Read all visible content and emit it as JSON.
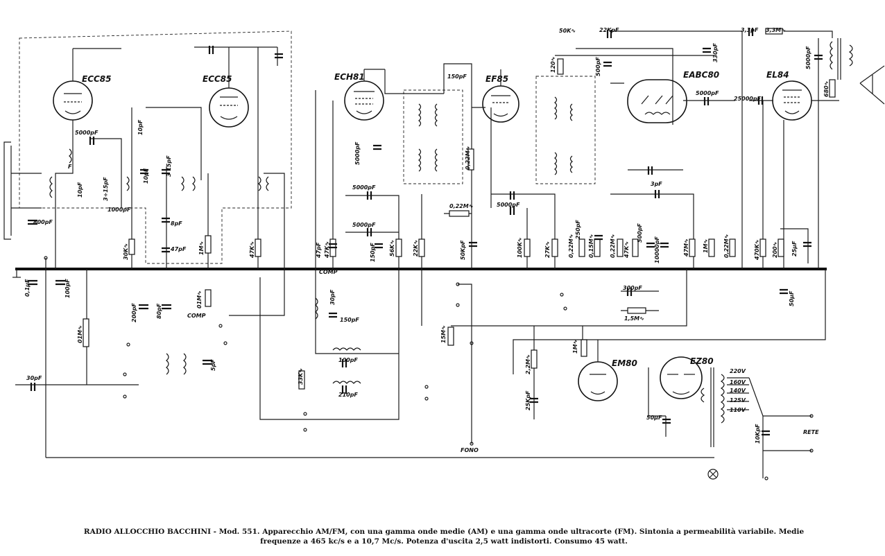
{
  "tubes": {
    "ecc85_a": "ECC85",
    "ecc85_b": "ECC85",
    "ech81": "ECH81",
    "ef85": "EF85",
    "eabc80": "EABC80",
    "el84": "EL84",
    "em80": "EM80",
    "ez80": "EZ80"
  },
  "labels": {
    "c_800pf": "800pF",
    "c_5000pf_a": "5000pF",
    "coil_f": "F",
    "c_10pf_a": "10pF",
    "c_1000pf": "1000pF",
    "c_3_15pf_a": "3÷15pF",
    "c_10pf_b": "10pF",
    "c_10pf_c": "10pF",
    "c_3_15pf_b": "3 15pF",
    "c_8pf": "8pF",
    "c_47pf": "47pF",
    "r_30k": "30K∿",
    "r_1m_a": "1M∿",
    "r_47k_a": "47K∿",
    "c_0_1uf": "0,1µF",
    "c_100pf_a": "100pF",
    "r_01m_a": "01M∿",
    "c_200pf": "200pF",
    "c_80pf": "80pF",
    "comp_a": "COMP",
    "r_01m_b": "01M∿",
    "c_5pf": "5pF",
    "c_30pf": "30pF",
    "c_150pf_top": "150pF",
    "c_5000pf_b": "5000pF",
    "c_5000pf_c": "5000pF",
    "c_5000pf_d": "5000pF",
    "c_47pf_b": "47pF",
    "r_47k_b": "47K∿",
    "c_150pf_b": "150pF",
    "r_56k": "56K∿",
    "r_22k": "22K∿",
    "r_022m_a": "0,22M∿",
    "r_022m_b": "0,22M∿",
    "c_50kpf": "50KpF",
    "comp_b": "COMP",
    "c_30pf_b": "30pF",
    "c_150pf_c": "150pF",
    "c_100pf_b": "100pF",
    "c_210pf": "210pF",
    "r_33k": "33K∿",
    "r_15m": "15M∿",
    "c_5000pf_e": "5000pF",
    "r_100k": "100K∿",
    "r_27k": "27K∿",
    "r_022m_c": "0,22M∿",
    "c_250pf": "250pF",
    "r_015m": "0,15M∿",
    "pot_50k": "50K∿",
    "c_22kpf": "22KpF",
    "r_120k": "120∿",
    "c_500pf_a": "500pF",
    "c_3pf": "3pF",
    "r_022m_d": "0,22M∿",
    "r_47k_c": "47K∿",
    "c_500pf_b": "500pF",
    "c_10000pf": "10000pF",
    "r_47m": "47M∿",
    "r_1m_b": "1M∿",
    "r_022m_e": "0,22M∿",
    "c_300pf": "300pF",
    "r_15m_b": "1,5M∿",
    "r_22m": "2,2M∿",
    "c_25kpf": "25KpF",
    "r_1m_c": "1M∿",
    "c_33pf": "3,3pF",
    "r_33m": "3,3M∿",
    "c_330pf": "330pF",
    "c_5000pf_f": "5000pF",
    "c_5000pf_g": "5000pF",
    "c_25000pf": "25000pF",
    "r_470k": "470K∿",
    "r_200": "200∿",
    "c_25uf": "25µF",
    "c_50uf_a": "50µF",
    "c_5000pf_h": "5000pF",
    "r_680": "680∿",
    "v_220": "220V",
    "v_160": "160V",
    "v_140": "140V",
    "v_125": "125V",
    "v_110": "110V",
    "c_50uf_b": "50µF",
    "c_10kpf": "10KpF",
    "rete": "RETE",
    "fono": "FONO"
  },
  "caption": {
    "line1": "RADIO ALLOCCHIO BACCHINI - Mod. 551. Apparecchio AM/FM, con una gamma onde medie (AM) e una gamma onde ultracorte (FM). Sintonia a permeabilità variabile. Medie",
    "line2": "frequenze a 465 kc/s e a 10,7 Mc/s. Potenza d'uscita 2,5 watt indistorti. Consumo 45 watt."
  }
}
